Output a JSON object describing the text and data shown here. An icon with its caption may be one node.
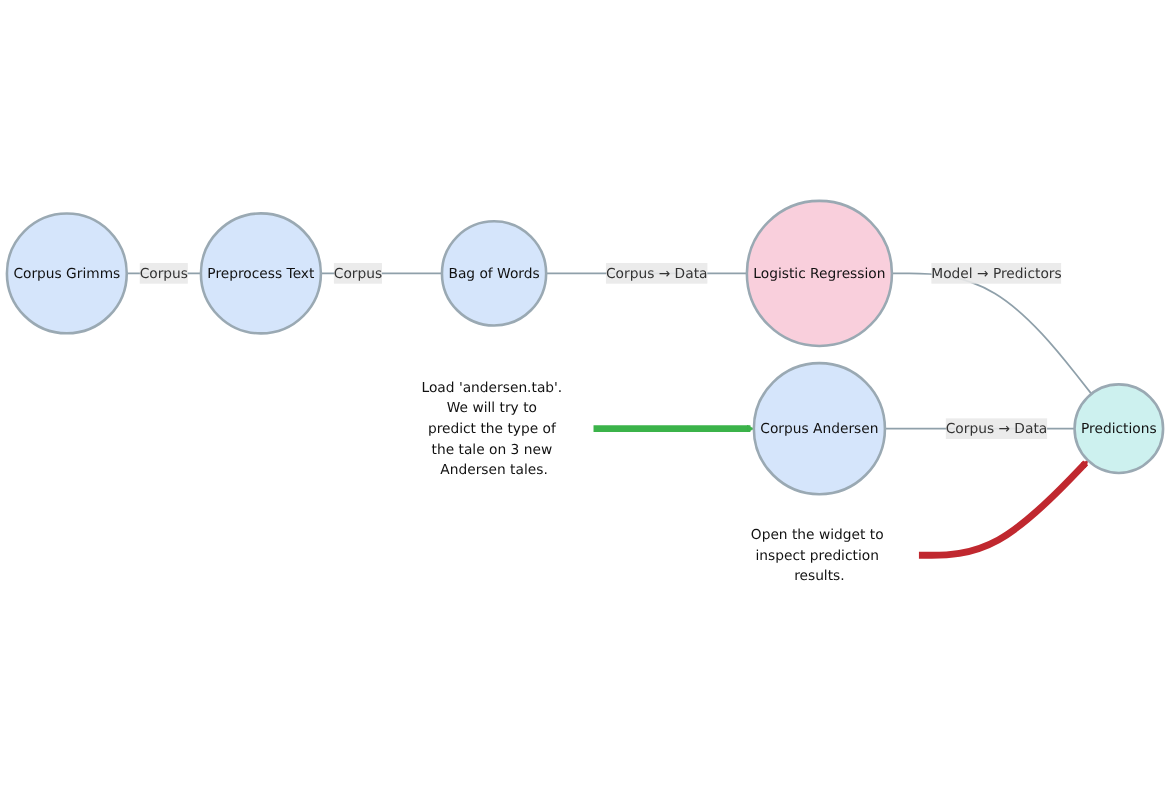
{
  "diagram": {
    "nodes": [
      {
        "text": [
          "Corpus Grimms"
        ]
      },
      {
        "text": [
          "Preprocess Text"
        ]
      },
      {
        "text": [
          "Bag of Words"
        ]
      },
      {
        "text": [
          "Logistic Regression"
        ]
      },
      {
        "text": [
          "Corpus Andersen"
        ]
      },
      {
        "text": [
          "Predictions"
        ]
      },
      {
        "text": [
          "Load 'andersen.tab'. We will try to predict the type of the tale on 3 new Andersen tales."
        ]
      },
      {
        "text": [
          "Open the widget to inspect prediction results."
        ]
      }
    ],
    "edges": [
      {
        "from": 0,
        "to": 1,
        "label": "Corpus",
        "arrow": "none"
      },
      {
        "from": 1,
        "to": 2,
        "label": "Corpus",
        "arrow": "none"
      },
      {
        "from": 2,
        "to": 3,
        "label": "Corpus → Data",
        "arrow": "none"
      },
      {
        "from": 3,
        "to": 5,
        "label": "Model → Predictors",
        "arrow": "none"
      },
      {
        "from": 4,
        "to": 5,
        "label": "Corpus → Data",
        "arrow": "none"
      },
      {
        "from": 6,
        "to": 4,
        "arrow": "to",
        "style": "thick",
        "color": "#3bb34a"
      },
      {
        "from": 7,
        "to": 5,
        "arrow": "to",
        "style": "thick",
        "color": "#c0282f"
      }
    ]
  }
}
